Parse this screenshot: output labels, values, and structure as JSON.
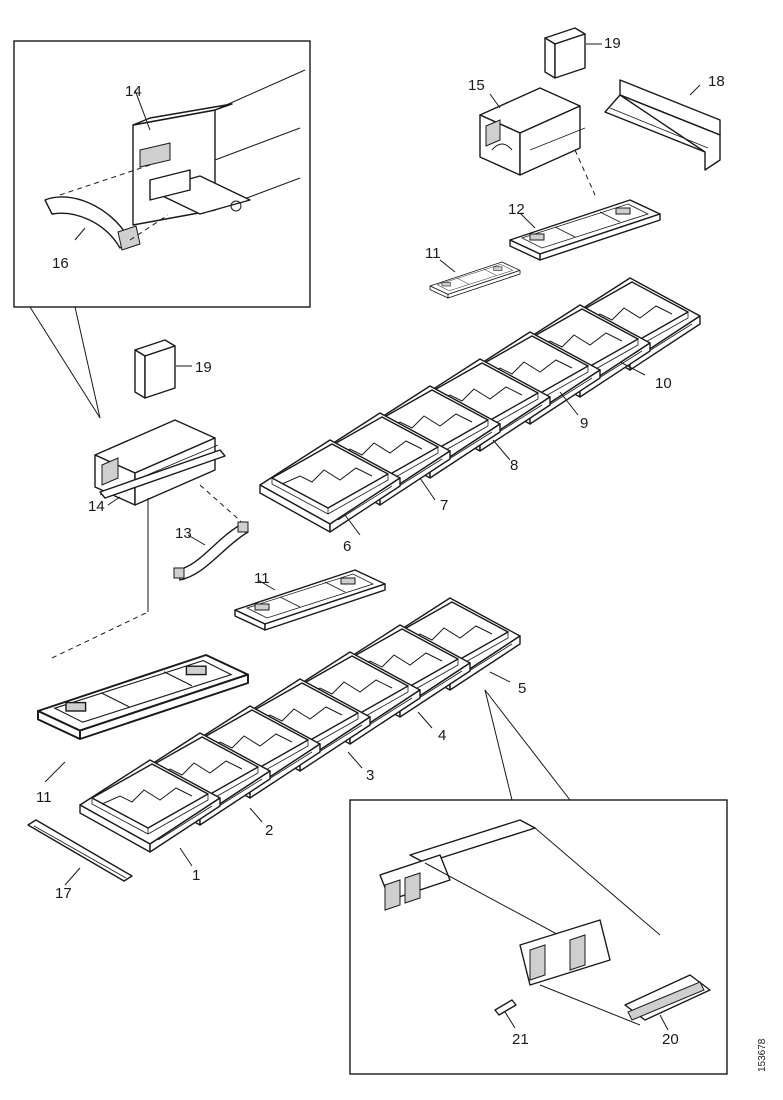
{
  "figure_id": "153678",
  "callouts": {
    "c1": "1",
    "c2": "2",
    "c3": "3",
    "c4": "4",
    "c5": "5",
    "c6": "6",
    "c7": "7",
    "c8": "8",
    "c9": "9",
    "c10": "10",
    "c11a": "11",
    "c11b": "11",
    "c11c": "11",
    "c12": "12",
    "c13": "13",
    "c14a": "14",
    "c14b": "14",
    "c15": "15",
    "c16": "16",
    "c17": "17",
    "c18": "18",
    "c19a": "19",
    "c19b": "19",
    "c20": "20",
    "c21": "21"
  },
  "colors": {
    "ink": "#1a1a1a",
    "paper": "#ffffff",
    "shade": "#cfcfcf"
  }
}
